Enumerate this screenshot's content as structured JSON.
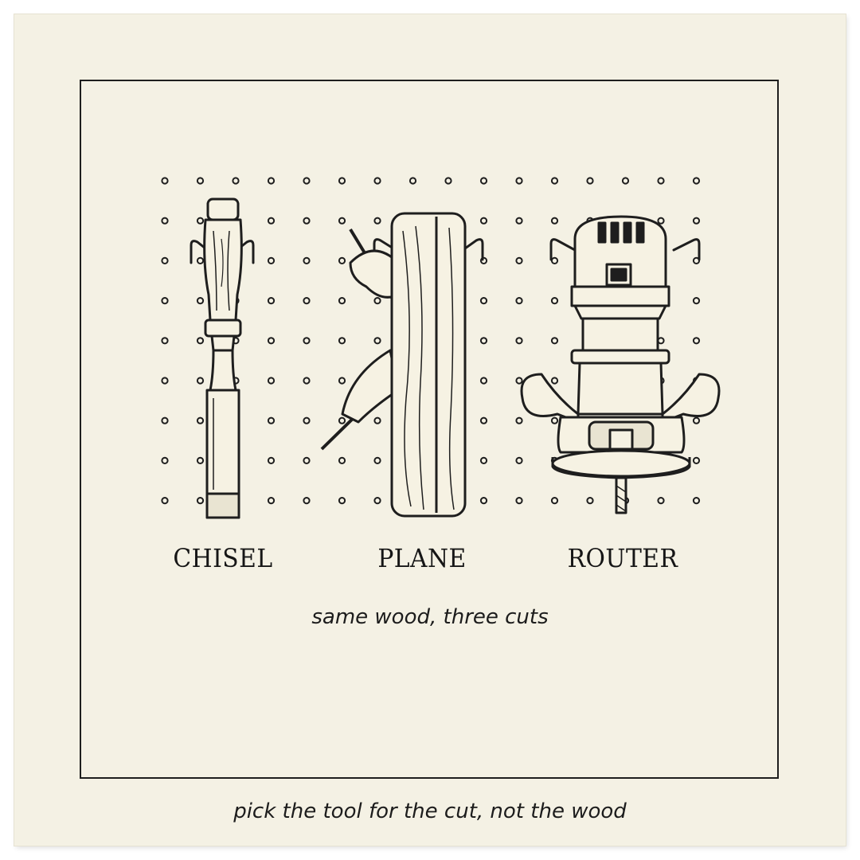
{
  "tools": [
    {
      "label": "CHISEL",
      "icon": "chisel-icon"
    },
    {
      "label": "PLANE",
      "icon": "hand-plane-icon"
    },
    {
      "label": "ROUTER",
      "icon": "router-icon"
    }
  ],
  "subtitle": "same wood, three cuts",
  "caption": "pick the tool for the cut, not the wood",
  "colors": {
    "paper": "#f4f1e4",
    "ink": "#1e1e1e"
  }
}
